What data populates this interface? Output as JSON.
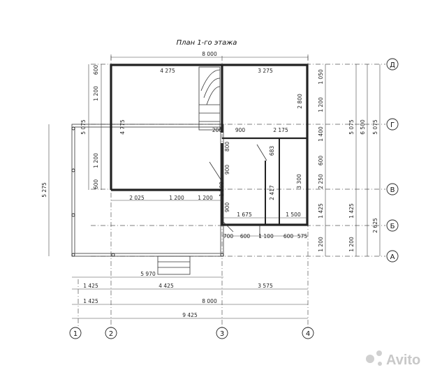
{
  "title": "План 1-го этажа",
  "axes_columns": [
    "1",
    "2",
    "3",
    "4"
  ],
  "axes_rows": [
    "Д",
    "Г",
    "В",
    "Б",
    "А"
  ],
  "dims_top": {
    "overall": "8 000",
    "left_room": "4 275",
    "right_room": "3 275",
    "corridor_200": "200",
    "corridor_900": "900",
    "corridor_2175": "2 175"
  },
  "dims_interior": {
    "lower_2025": "2 025",
    "lower_1200a": "1 200",
    "lower_1200b": "1 200",
    "v_4775": "4 775",
    "v_2800": "2 800",
    "v_800": "800",
    "v_900a": "900",
    "v_1200": "1 200",
    "v_900b": "900",
    "v_683": "683",
    "v_2417": "2 417",
    "v_3300": "3 300",
    "h_1675": "1 675",
    "h_1500": "1 500"
  },
  "dims_bottom_row": [
    "700",
    "600",
    "1 100",
    "600",
    "575"
  ],
  "dims_left_outer": [
    "600",
    "1 200",
    "5 075",
    "1 200",
    "600"
  ],
  "dim_left_far": "5 275",
  "dims_right_inner": [
    "1 050",
    "1 200",
    "1 400",
    "600",
    "2 250",
    "1 425",
    "1 200"
  ],
  "dims_right_mid": [
    "5 075",
    "1 425",
    "1 200"
  ],
  "dims_right_outer": [
    "5 075",
    "6 500",
    "2 625"
  ],
  "dims_below": {
    "terrace": "5 970",
    "row1": [
      "1 425",
      "4 425",
      "3 575"
    ],
    "row2": [
      "1 425",
      "8 000"
    ],
    "total": "9 425"
  },
  "watermark": "Avito"
}
